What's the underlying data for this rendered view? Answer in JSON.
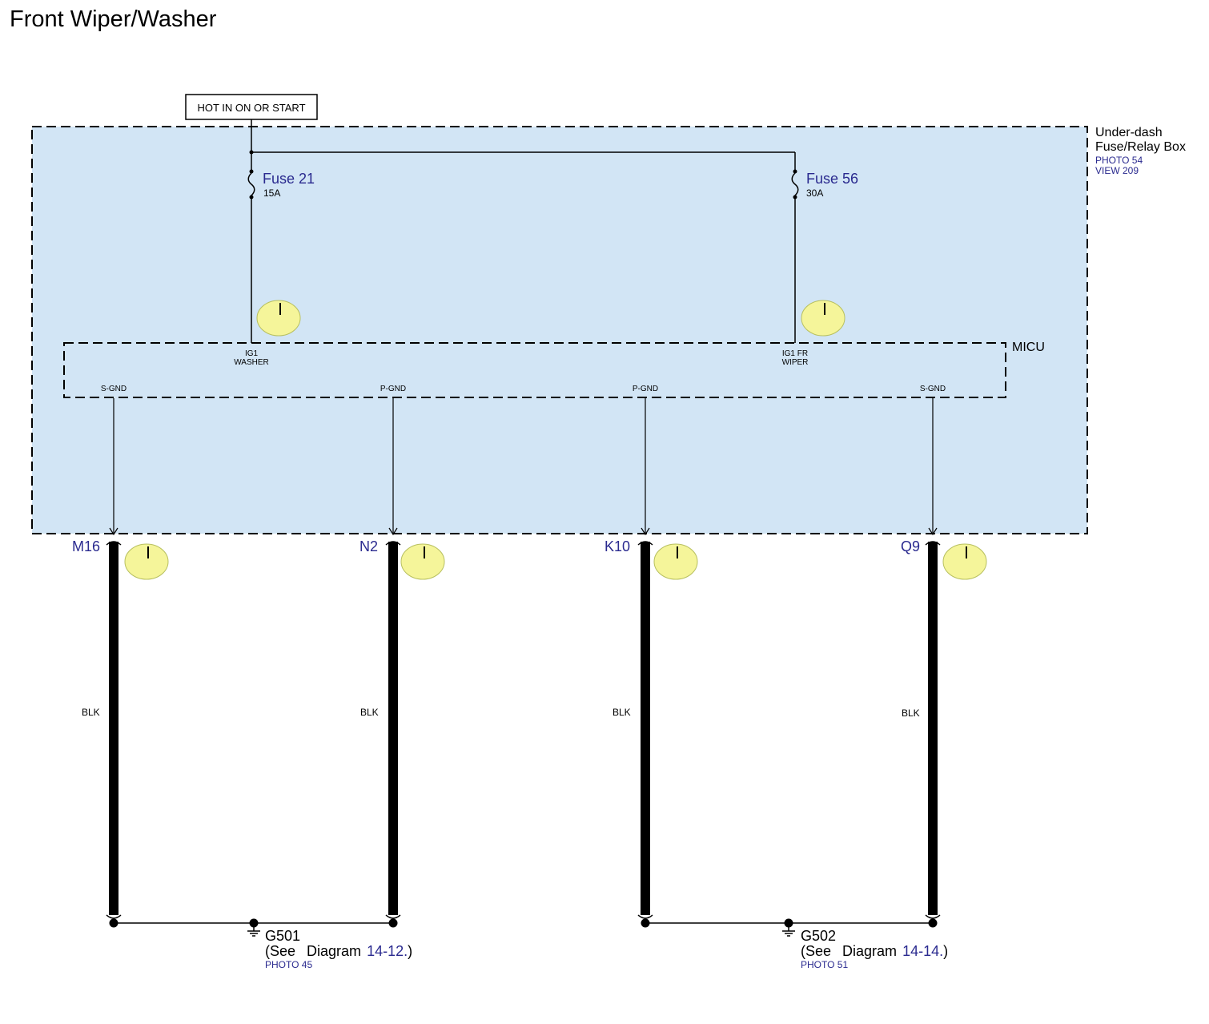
{
  "title": "Front Wiper/Washer",
  "power_source": "HOT IN ON OR START",
  "fuse_box": {
    "name_line1": "Under-dash",
    "name_line2": "Fuse/Relay Box",
    "photo": "PHOTO 54",
    "view": "VIEW 209"
  },
  "fuses": [
    {
      "name": "Fuse 21",
      "rating": "15A"
    },
    {
      "name": "Fuse 56",
      "rating": "30A"
    }
  ],
  "micu": {
    "name": "MICU",
    "inputs": [
      {
        "line1": "IG1",
        "line2": "WASHER"
      },
      {
        "line1": "IG1 FR",
        "line2": "WIPER"
      }
    ],
    "outputs": [
      "S-GND",
      "P-GND",
      "P-GND",
      "S-GND"
    ]
  },
  "connectors": [
    "M16",
    "N2",
    "K10",
    "Q9"
  ],
  "wire_color": "BLK",
  "grounds": [
    {
      "name": "G501",
      "see": "(See",
      "diagram_word": "Diagram",
      "diagram_ref": "14-12.",
      "close": ")",
      "photo": "PHOTO 45"
    },
    {
      "name": "G502",
      "see": "(See",
      "diagram_word": "Diagram",
      "diagram_ref": "14-14.",
      "close": ")",
      "photo": "PHOTO 51"
    }
  ],
  "colors": {
    "box_fill": "#d2e5f5",
    "link_text": "#2a2a8f",
    "marker_fill": "#f5f59a",
    "marker_stroke": "#b8c060"
  }
}
